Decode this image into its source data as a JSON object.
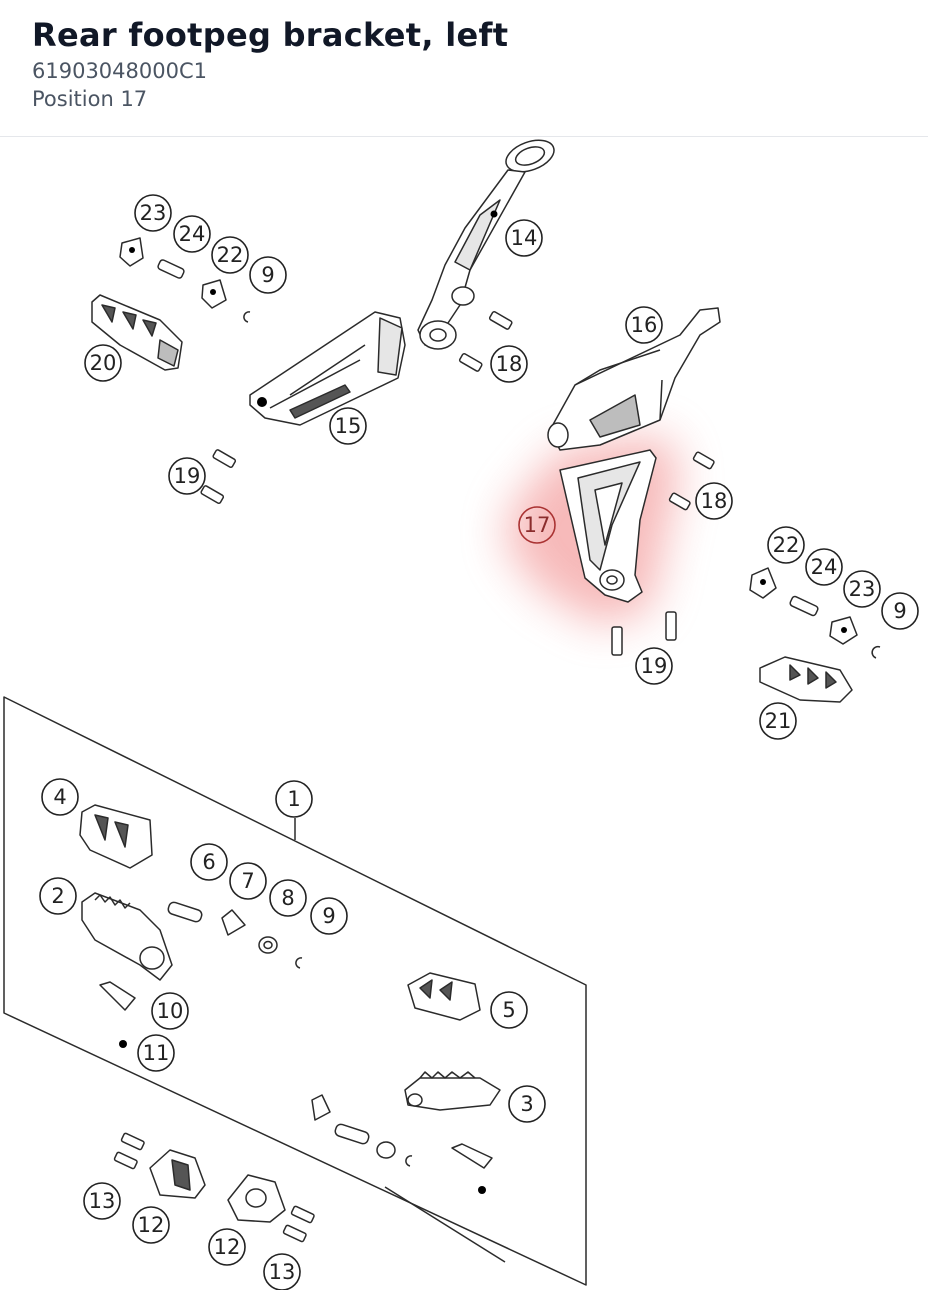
{
  "header": {
    "title": "Rear footpeg bracket, left",
    "part_number": "61903048000C1",
    "position_label": "Position 17"
  },
  "highlight_color": "#f08080",
  "callouts": [
    "23",
    "24",
    "22",
    "9",
    "20",
    "14",
    "18",
    "15",
    "19",
    "16",
    "17",
    "18",
    "22",
    "24",
    "23",
    "9",
    "19",
    "21",
    "1",
    "4",
    "6",
    "7",
    "8",
    "9",
    "2",
    "10",
    "11",
    "5",
    "3",
    "13",
    "12",
    "12",
    "13"
  ]
}
